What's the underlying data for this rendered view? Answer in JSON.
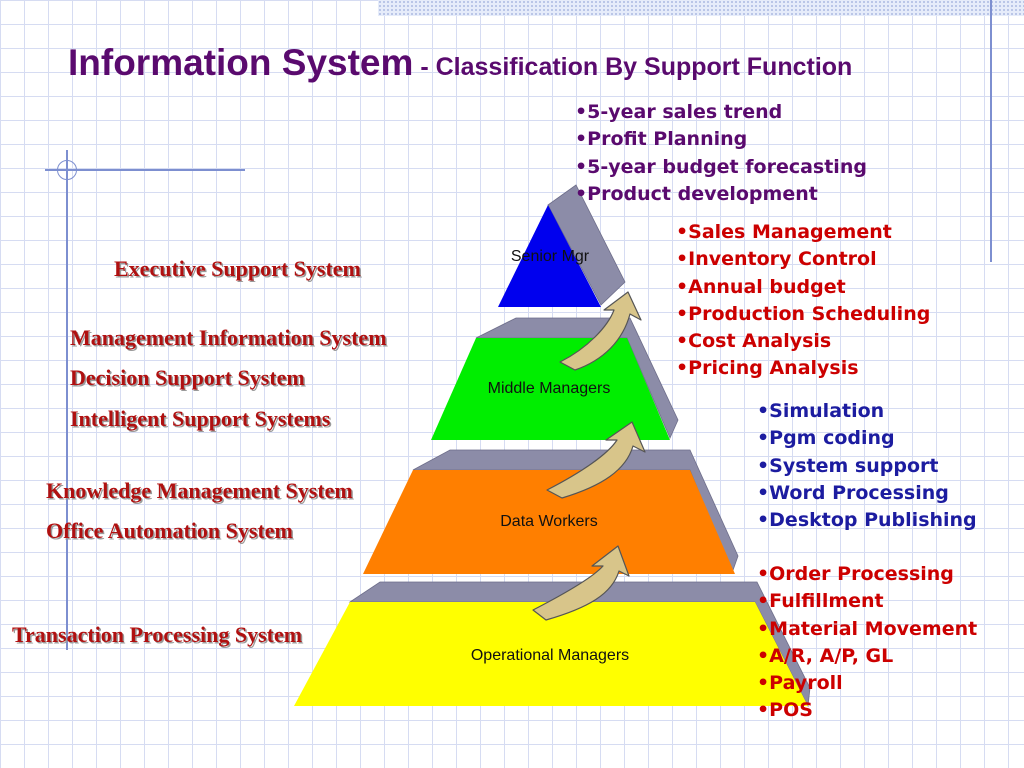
{
  "title": {
    "main": "Information System",
    "subtitle": " - Classification By Support Function"
  },
  "pyramid": {
    "tiers": [
      {
        "label": "Senior Mgr",
        "color": "#0000ee"
      },
      {
        "label": "Middle Managers",
        "color": "#00ee00"
      },
      {
        "label": "Data Workers",
        "color": "#ff7f00"
      },
      {
        "label": "Operational Managers",
        "color": "#ffff00"
      }
    ],
    "side_color": "#8c8ca8",
    "arrow_color": "#d8c58a"
  },
  "systems": [
    "Executive Support System",
    "Management Information System",
    "Decision Support System",
    "Intelligent Support Systems",
    "Knowledge Management System",
    "Office Automation System",
    "Transaction Processing System"
  ],
  "functions": {
    "senior": [
      "5-year sales trend",
      "Profit Planning",
      "5-year budget forecasting",
      "Product development"
    ],
    "middle": [
      "Sales Management",
      "Inventory Control",
      "Annual budget",
      "Production Scheduling",
      "Cost Analysis",
      "Pricing Analysis"
    ],
    "data": [
      "Simulation",
      "Pgm coding",
      "System support",
      "Word Processing",
      "Desktop Publishing"
    ],
    "operational": [
      "Order Processing",
      "Fulfillment",
      "Material Movement",
      "A/R, A/P, GL",
      "Payroll",
      "POS"
    ]
  },
  "colors": {
    "title": "#5a0a6e",
    "system_labels": "#b01010",
    "senior_text": "#5a0a6e",
    "middle_text": "#cc0000",
    "data_text": "#1c1ca0",
    "operational_text": "#cc0000"
  }
}
